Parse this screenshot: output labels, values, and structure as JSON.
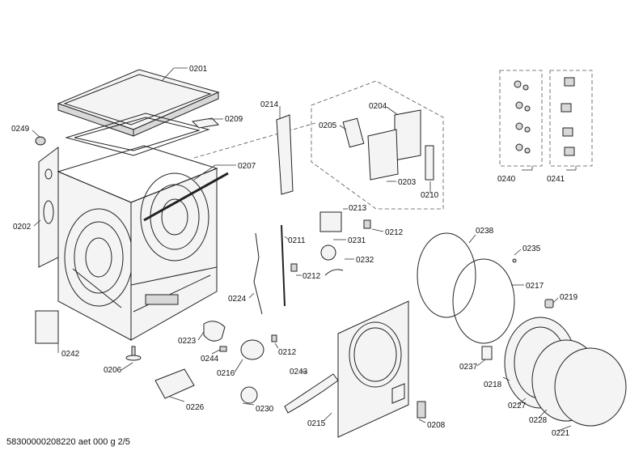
{
  "footer": "58300000208220 aet 000 g 2/5",
  "labels": {
    "p0201": "0201",
    "p0209": "0209",
    "p0249": "0249",
    "p0202": "0202",
    "p0207": "0207",
    "p0214": "0214",
    "p0205": "0205",
    "p0204": "0204",
    "p0203": "0203",
    "p0210": "0210",
    "p0240": "0240",
    "p0241": "0241",
    "p0213": "0213",
    "p0211": "0211",
    "p0212a": "0212",
    "p0231": "0231",
    "p0232": "0232",
    "p0212b": "0212",
    "p0238": "0238",
    "p0235": "0235",
    "p0217": "0217",
    "p0219": "0219",
    "p0224": "0224",
    "p0242": "0242",
    "p0223": "0223",
    "p0244": "0244",
    "p0206": "0206",
    "p0216": "0216",
    "p0212c": "0212",
    "p0237": "0237",
    "p0218": "0218",
    "p0243": "0243",
    "p0226": "0226",
    "p0230": "0230",
    "p0215": "0215",
    "p0208": "0208",
    "p0227": "0227",
    "p0228": "0228",
    "p0221": "0221"
  }
}
